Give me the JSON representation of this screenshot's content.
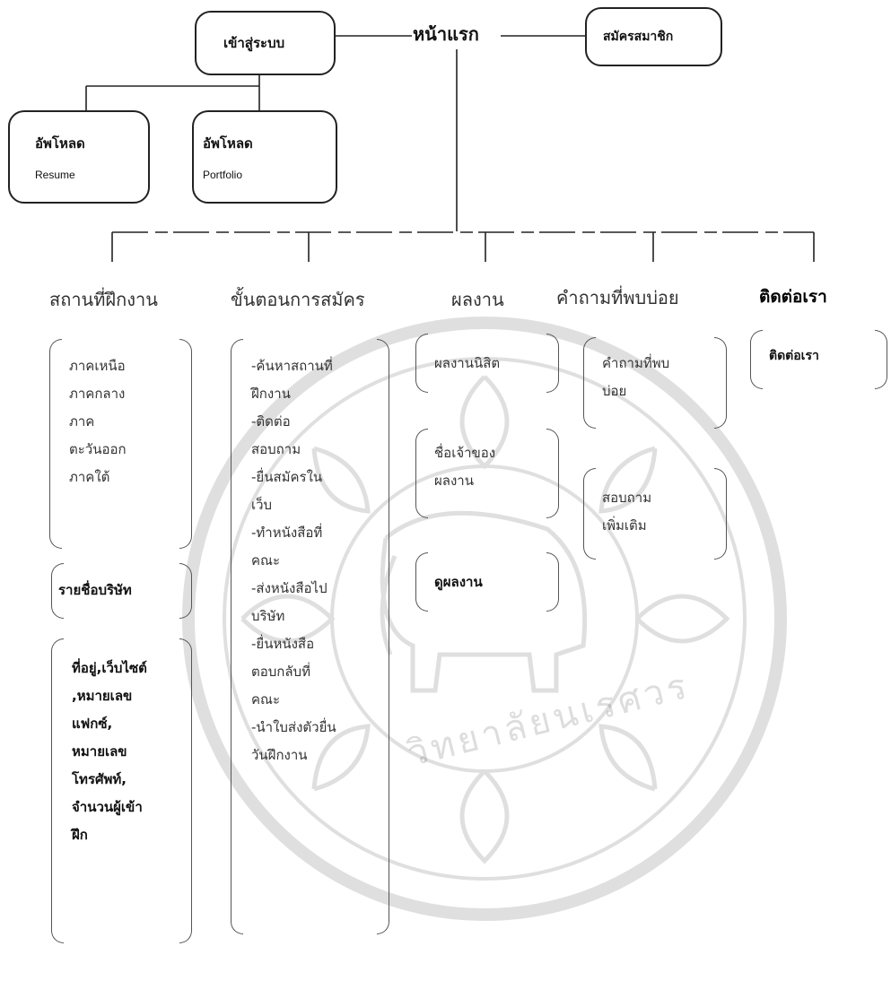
{
  "home": {
    "label": "หน้าแรก"
  },
  "login": {
    "label": "เข้าสู่ระบบ"
  },
  "register": {
    "label": "สมัครสมาชิก"
  },
  "upload_resume": {
    "title": "อัพโหลด",
    "subtitle": "Resume"
  },
  "upload_portfolio": {
    "title": "อัพโหลด",
    "subtitle": "Portfolio"
  },
  "watermark": {
    "text": "วิทยาลัยนเรศวร"
  },
  "categories": [
    {
      "label": "สถานที่ฝึกงาน",
      "groups": [
        {
          "text": "ภาคเหนือ\nภาคกลาง\nภาค\nตะวันออก\nภาคใต้"
        },
        {
          "text": "รายชื่อบริษัท"
        },
        {
          "text": "ที่อยู่,เว็บไซต์\n,หมายเลข\nแฟกซ์,\nหมายเลข\nโทรศัพท์,\nจำนวนผู้เข้า\nฝึก"
        }
      ]
    },
    {
      "label": "ขั้นตอนการสมัคร",
      "groups": [
        {
          "text": "-ค้นหาสถานที่\nฝึกงาน\n-ติดต่อ\nสอบถาม\n-ยื่นสมัครใน\nเว็บ\n-ทำหนังสือที่\nคณะ\n-ส่งหนังสือไป\nบริษัท\n-ยื่นหนังสือ\nตอบกลับที่\nคณะ\n-นำใบส่งตัวยื่น\nวันฝึกงาน"
        }
      ]
    },
    {
      "label": "ผลงาน",
      "groups": [
        {
          "text": "ผลงานนิสิต"
        },
        {
          "text": "ชื่อเจ้าของ\nผลงาน"
        },
        {
          "text": "ดูผลงาน"
        }
      ]
    },
    {
      "label": "คำถามที่พบบ่อย",
      "groups": [
        {
          "text": "คำถามที่พบ\nบ่อย"
        },
        {
          "text": "สอบถาม\nเพิ่มเติม"
        }
      ]
    },
    {
      "label": "ติดต่อเรา",
      "groups": [
        {
          "text": "ติดต่อเรา"
        }
      ]
    }
  ]
}
